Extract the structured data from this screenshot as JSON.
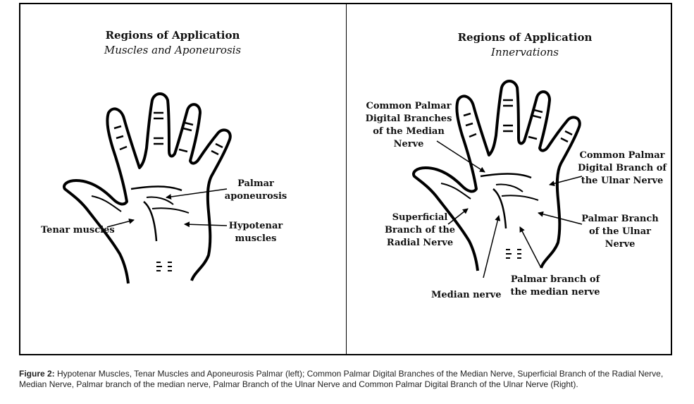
{
  "left_panel": {
    "title": "Regions of Application",
    "subtitle": "Muscles and Aponeurosis",
    "labels": {
      "tenar": "Tenar muscles",
      "palmar_line1": "Palmar",
      "palmar_line2": "aponeurosis",
      "hypotenar_line1": "Hypotenar",
      "hypotenar_line2": "muscles"
    }
  },
  "right_panel": {
    "title": "Regions of Application",
    "subtitle": "Innervations",
    "labels": {
      "common_median": [
        "Common Palmar",
        "Digital Branches",
        "of the Median",
        "Nerve"
      ],
      "common_ulnar": [
        "Common Palmar",
        "Digital Branch of",
        "the Ulnar Nerve"
      ],
      "superficial_radial": [
        "Superficial",
        "Branch of the",
        "Radial Nerve"
      ],
      "palmar_ulnar": [
        "Palmar Branch",
        "of the Ulnar",
        "Nerve"
      ],
      "palmar_median": [
        "Palmar branch of",
        "the median nerve"
      ],
      "median": "Median nerve"
    }
  },
  "caption": {
    "prefix": "Figure 2:",
    "text": " Hypotenar Muscles, Tenar Muscles and Aponeurosis Palmar (left); Common Palmar Digital Branches of the Median Nerve, Superficial Branch of the Radial Nerve, Median Nerve, Palmar branch of the median nerve, Palmar Branch of the Ulnar Nerve and Common Palmar Digital Branch of the Ulnar Nerve (Right)."
  }
}
